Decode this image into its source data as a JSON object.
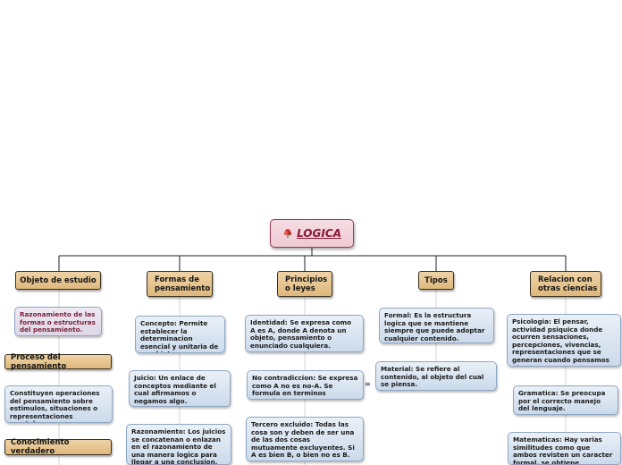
{
  "root": {
    "title": "LOGICA",
    "icon": "flower-icon"
  },
  "topics": [
    {
      "label": "Objeto de estudio"
    },
    {
      "label": "Formas de pensamiento"
    },
    {
      "label": "Principios o leyes"
    },
    {
      "label": "Tipos"
    },
    {
      "label": "Relacion con otras ciencias"
    }
  ],
  "objeto": {
    "sub1": "Razonamiento de las formas o estructuras del pensamiento.",
    "proceso": "Proceso del pensamiento",
    "sub2": "Constituyen operaciones del pensamiento sobre estimulos, situaciones o representaciones mentales.",
    "conocimiento": "Conocimiento verdadero"
  },
  "formas": [
    "Concepto: Permite establecer la determinacion esencial y unitaria de un objeto.",
    "Juicio: Un enlace de conceptos mediante el cual afirmamos o negamos algo.",
    "Razonamiento: Los juicios se concatenan o enlazan en el razonamiento de una manera logica para llegar a una conclusion."
  ],
  "principios": [
    "Identidad: Se expresa como A es A, donde A denota un objeto, pensamiento o enunciado cualquiera.",
    "No contradiccion: Se expresa como A no es no-A. Se formula en terminos negativos.",
    "Tercero excluido: Todas las cosa son y deben de ser una de las dos cosas mutuamente excluyentes. Si A es bien B, o bien no es B."
  ],
  "tipos": [
    "Formal: Es la estructura logica que se mantiene siempre que puede adoptar cualquier contenido.",
    "Material: Se refiere al contenido, al objeto del cual se piensa."
  ],
  "relacion": [
    "Psicologia: El pensar, actividad psiquica donde ocurren sensaciones, percepciones, vivencias, representaciones que se generan cuando pensamos algo.",
    "Gramatica: Se preocupa por el correcto manejo del lenguaje.",
    "Matematicas: Hay varias similitudes como que ambos revisten un caracter formal, se obtiene resultados"
  ],
  "colors": {
    "topic": "#e6c48e",
    "info": "#d6e2f0",
    "root": "#f2d3dc",
    "accent": "#8a1838"
  }
}
